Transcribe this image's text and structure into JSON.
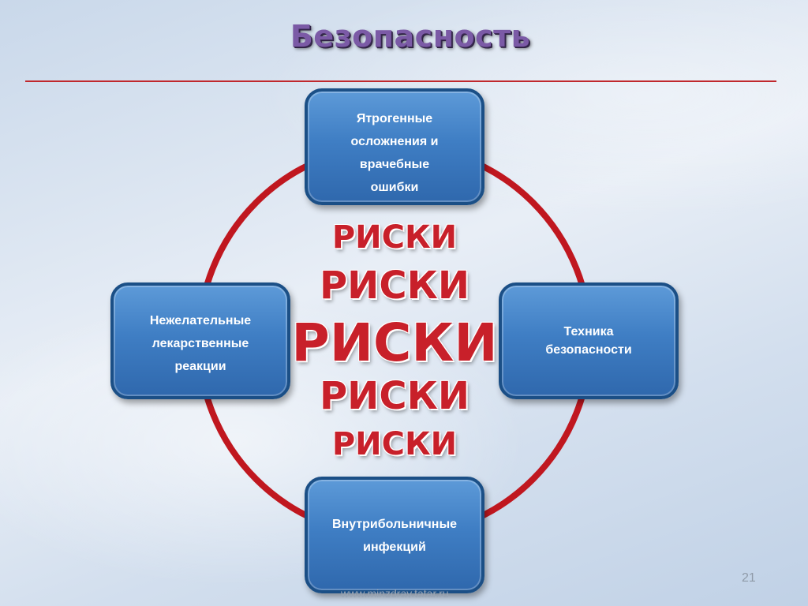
{
  "title": "Безопасность",
  "diagram": {
    "center_words": [
      "РИСКИ",
      "РИСКИ",
      "РИСКИ",
      "РИСКИ",
      "РИСКИ"
    ],
    "nodes": {
      "top": "Ятрогенные\nосложнения и\nврачебные\nошибки",
      "left": "Нежелательные\nлекарственные\nреакции",
      "right": "Техника\nбезопасности",
      "bottom": "Внутрибольничные\nинфекций"
    },
    "colors": {
      "ring": "#c0171f",
      "node_fill": "#3f7ec4",
      "node_border": "#1b4f86",
      "risk_text": "#c8202a",
      "title_text": "#7b5aa6"
    }
  },
  "footer": {
    "page_number": "21",
    "website": "www.minzdrav.tatar.ru"
  }
}
